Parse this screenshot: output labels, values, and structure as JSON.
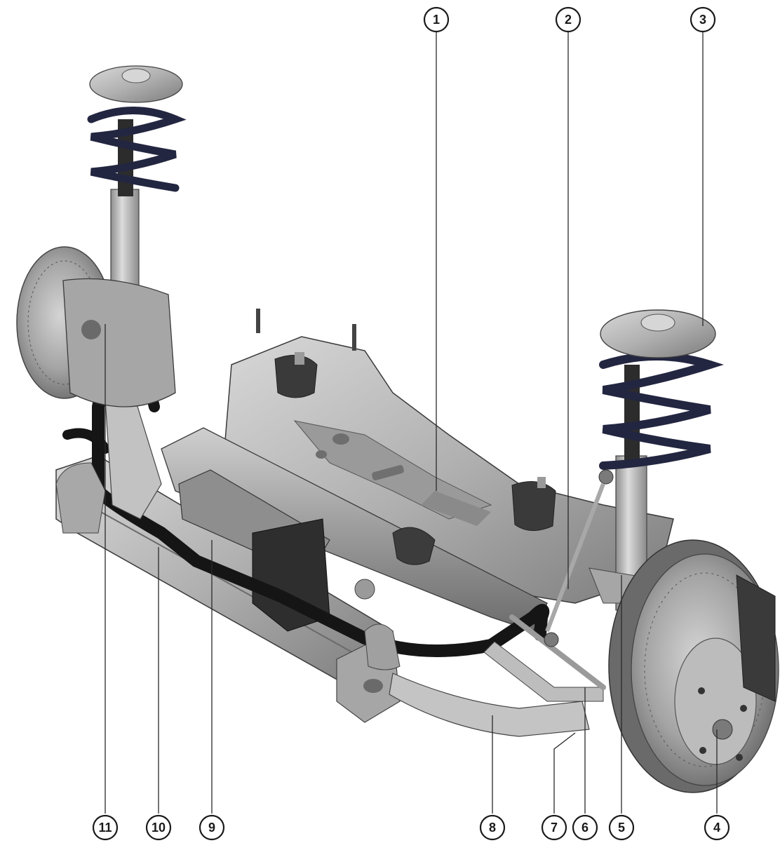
{
  "callouts": [
    {
      "id": "1",
      "label": "1"
    },
    {
      "id": "2",
      "label": "2"
    },
    {
      "id": "3",
      "label": "3"
    },
    {
      "id": "4",
      "label": "4"
    },
    {
      "id": "5",
      "label": "5"
    },
    {
      "id": "6",
      "label": "6"
    },
    {
      "id": "7",
      "label": "7"
    },
    {
      "id": "8",
      "label": "8"
    },
    {
      "id": "9",
      "label": "9"
    },
    {
      "id": "10",
      "label": "10"
    },
    {
      "id": "11",
      "label": "11"
    }
  ],
  "colors": {
    "metal": "#b8b8b8",
    "metal_dark": "#7a7a7a",
    "spring": "#232640",
    "rubber": "#3a3a3a",
    "stabilizer": "#151515",
    "outline": "#333333"
  }
}
